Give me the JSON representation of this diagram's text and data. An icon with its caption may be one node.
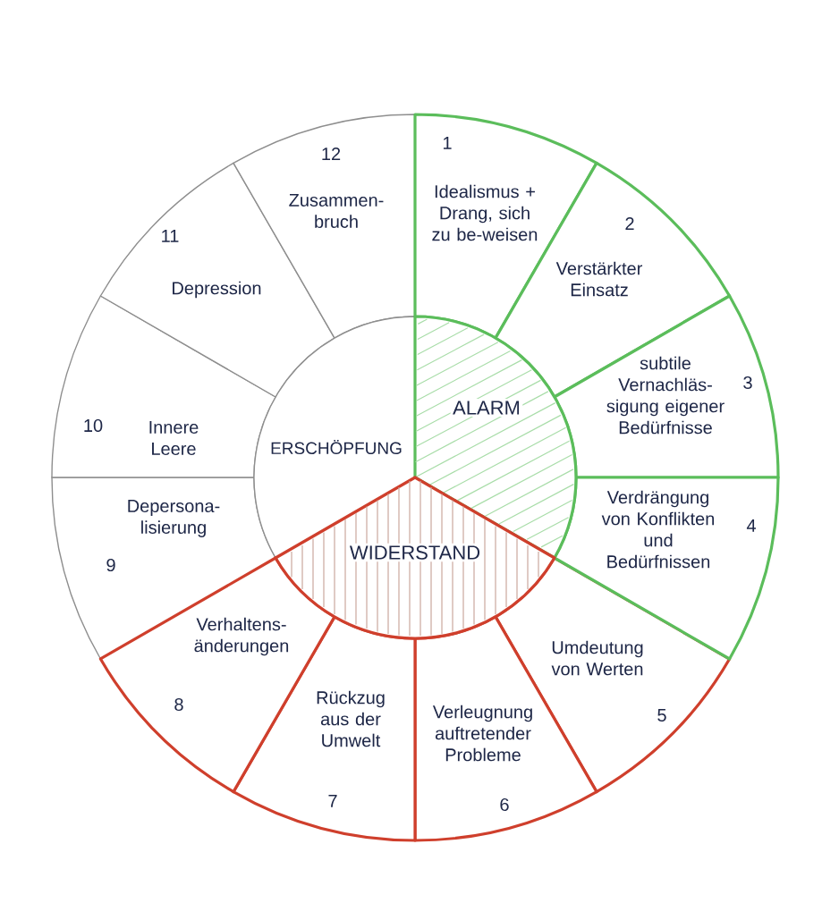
{
  "diagram": {
    "nodes": [
      {
        "text": [
          "1",
          "Idealismus + Drang, sich zu be-weisen"
        ]
      },
      {
        "text": [
          "2",
          "Verstärkter Einsatz"
        ]
      },
      {
        "text": [
          "subtile Vernachläs-sigung eigener Bedürfnisse",
          "3"
        ]
      },
      {
        "text": [
          "Verdrängung von Konflikten und Bedürfnissen",
          "4"
        ]
      },
      {
        "text": [
          "Umdeutung von Werten",
          "5"
        ]
      },
      {
        "text": [
          "Verleugnung auftretender Probleme",
          "6"
        ]
      },
      {
        "text": [
          "Rückzug aus der Umwelt",
          "7"
        ]
      },
      {
        "text": [
          "Verhaltens-änderungen",
          "8"
        ]
      },
      {
        "text": [
          "Depersona-lisierung",
          "9"
        ]
      },
      {
        "text": [
          "10",
          "Innere Leere"
        ]
      },
      {
        "text": [
          "11",
          "Depression"
        ]
      },
      {
        "text": [
          "12",
          "Zusammen-bruch"
        ]
      },
      {
        "text": [
          "ALARM"
        ]
      },
      {
        "text": [
          "WIDERSTAND"
        ]
      },
      {
        "text": [
          "ERSCHÖPFUNG"
        ]
      }
    ]
  }
}
